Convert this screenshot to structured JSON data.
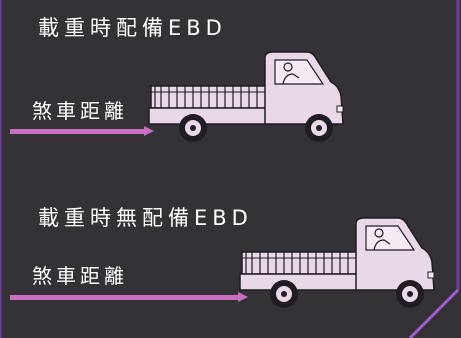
{
  "section_with_ebd": {
    "title": "載重時配備EBD",
    "distance_label": "煞車距離"
  },
  "section_without_ebd": {
    "title": "載重時無配備EBD",
    "distance_label": "煞車距離"
  },
  "colors": {
    "background": "#343236",
    "arrow": "#c86fc0",
    "truck_body": "#e8d8e8",
    "frame_accent": "#8f57c7"
  },
  "icons": {
    "truck_top": "pickup-truck-icon",
    "truck_bottom": "pickup-truck-icon"
  }
}
